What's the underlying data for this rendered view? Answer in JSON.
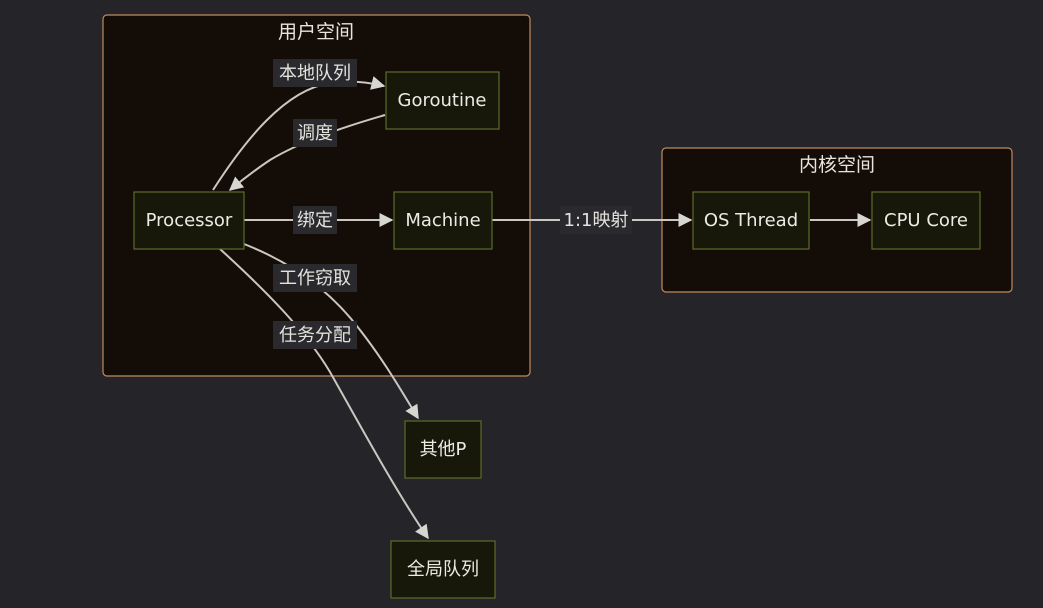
{
  "clusters": {
    "user_space": {
      "title": "用户空间"
    },
    "kernel_space": {
      "title": "内核空间"
    }
  },
  "nodes": {
    "goroutine": "Goroutine",
    "processor": "Processor",
    "machine": "Machine",
    "os_thread": "OS Thread",
    "cpu_core": "CPU Core",
    "other_p": "其他P",
    "global_queue": "全局队列"
  },
  "edges": {
    "local_queue": "本地队列",
    "schedule": "调度",
    "bind": "绑定",
    "mapping": "1:1映射",
    "work_stealing": "工作窃取",
    "task_dispatch": "任务分配"
  }
}
